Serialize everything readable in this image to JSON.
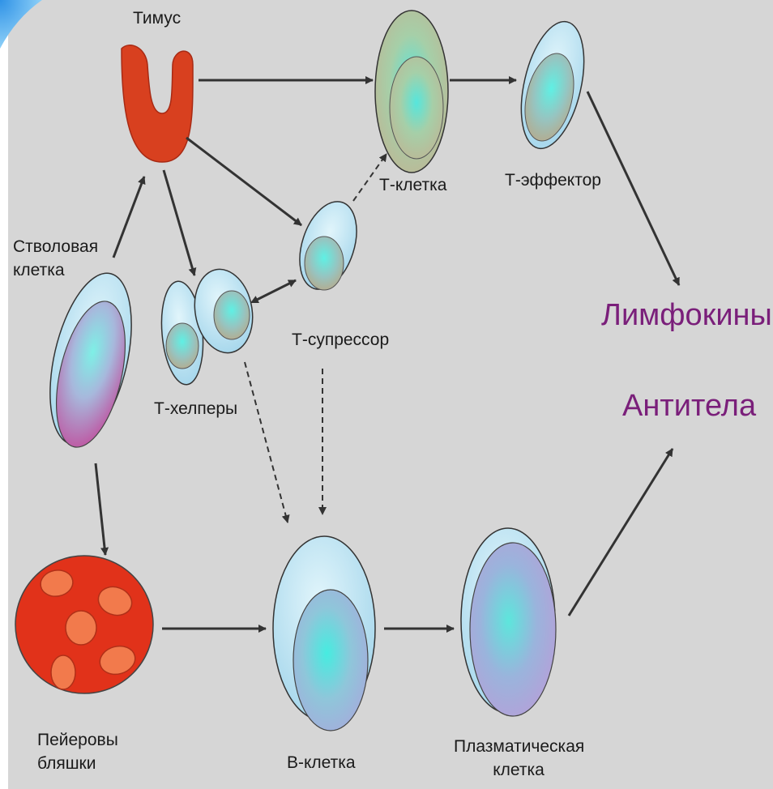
{
  "labels": {
    "thymus": "Тимус",
    "stem_cell": "Стволовая клетка",
    "t_cell": "Т-клетка",
    "t_effector": "Т-эффектор",
    "t_suppressor": "Т-супрессор",
    "t_helpers": "Т-хелперы",
    "peyer_patches": "Пейеровы бляшки",
    "b_cell": "В-клетка",
    "plasma_cell": "Плазматическая клетка"
  },
  "outputs": {
    "lymphokines": "Лимфокины",
    "antibodies": "Антитела"
  },
  "colors": {
    "background": "#d6d6d6",
    "corner_accent": "#4aa3e8",
    "organ_red": "#d8401f",
    "output_text": "#7a1f7a",
    "cell_membrane": "#b8e0f2",
    "arrow": "#333333"
  }
}
